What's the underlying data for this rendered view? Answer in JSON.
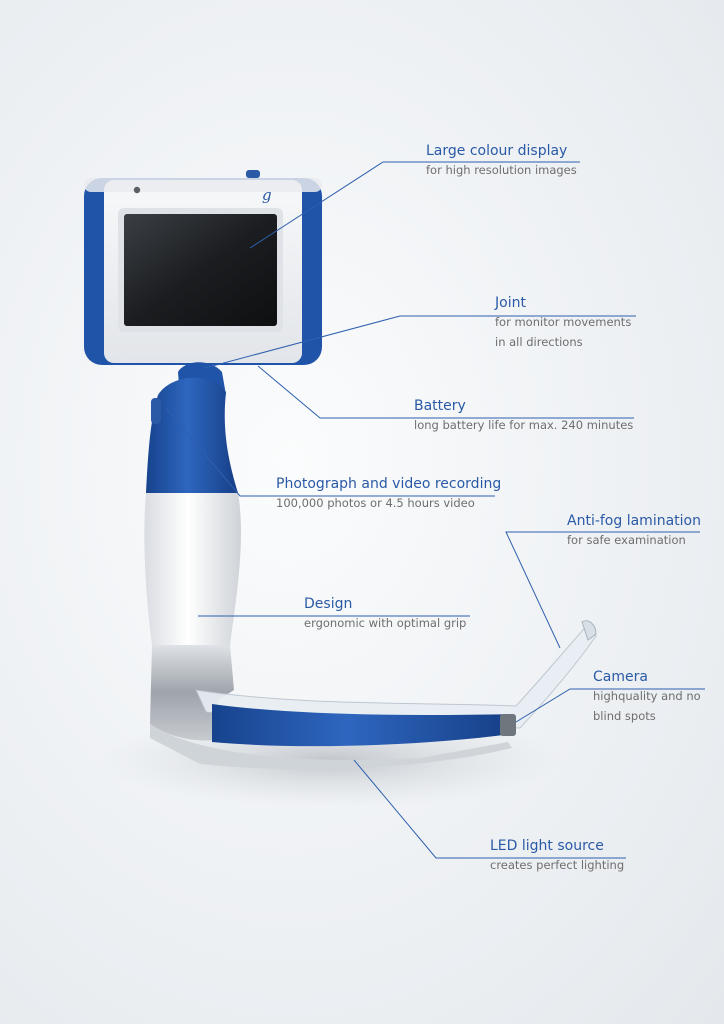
{
  "callouts": [
    {
      "id": "display",
      "title": "Large colour display",
      "desc": [
        "for high resolution images"
      ]
    },
    {
      "id": "joint",
      "title": "Joint",
      "desc": [
        "for monitor movements",
        "in all directions"
      ]
    },
    {
      "id": "battery",
      "title": "Battery",
      "desc": [
        "long battery life for max. 240 minutes"
      ]
    },
    {
      "id": "recording",
      "title": "Photograph and video recording",
      "desc": [
        "100,000 photos or 4.5 hours video"
      ]
    },
    {
      "id": "antifog",
      "title": "Anti-fog lamination",
      "desc": [
        "for safe examination"
      ]
    },
    {
      "id": "design",
      "title": "Design",
      "desc": [
        "ergonomic with optimal grip"
      ]
    },
    {
      "id": "camera",
      "title": "Camera",
      "desc": [
        "highquality and no",
        "blind spots"
      ]
    },
    {
      "id": "led",
      "title": "LED light source",
      "desc": [
        "creates perfect lighting"
      ]
    }
  ],
  "colors": {
    "accent": "#2a5aa6",
    "line": "#2f5fae",
    "device_blue": "#1f54a8",
    "device_white": "#f4f5f7"
  }
}
